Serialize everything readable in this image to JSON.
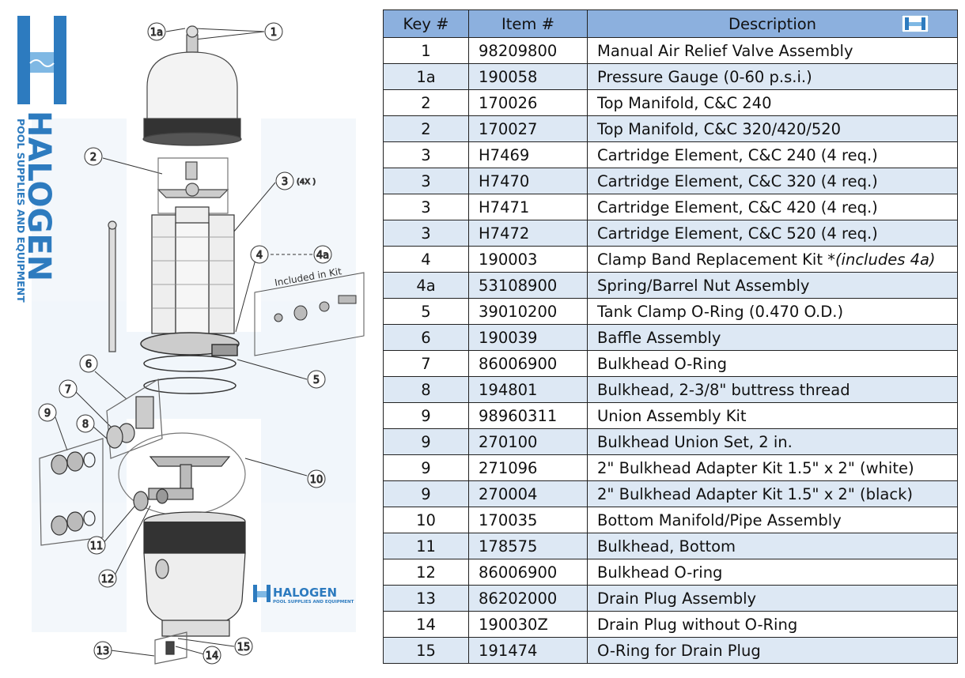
{
  "brand": {
    "name": "HALOGEN",
    "tagline": "POOL SUPPLIES AND EQUIPMENT",
    "color": "#2d7bbf"
  },
  "diagram": {
    "callouts": [
      "1a",
      "1",
      "2",
      "3",
      "4",
      "4a",
      "5",
      "6",
      "7",
      "8",
      "9",
      "10",
      "11",
      "12",
      "13",
      "14",
      "15"
    ],
    "qty_note": "(4X )",
    "kit_label": "Included in Kit"
  },
  "table": {
    "header_color": "#8cb0de",
    "stripe_color": "#dde8f4",
    "headers": {
      "key": "Key #",
      "item": "Item #",
      "description": "Description"
    },
    "rows": [
      {
        "key": "1",
        "item": "98209800",
        "description": "Manual Air Relief Valve Assembly"
      },
      {
        "key": "1a",
        "item": "190058",
        "description": "Pressure Gauge (0-60 p.s.i.)"
      },
      {
        "key": "2",
        "item": "170026",
        "description": "Top Manifold, C&C 240"
      },
      {
        "key": "2",
        "item": "170027",
        "description": "Top Manifold, C&C 320/420/520"
      },
      {
        "key": "3",
        "item": "H7469",
        "description": "Cartridge Element, C&C 240 (4 req.)"
      },
      {
        "key": "3",
        "item": "H7470",
        "description": "Cartridge Element, C&C 320 (4 req.)"
      },
      {
        "key": "3",
        "item": "H7471",
        "description": "Cartridge Element, C&C 420 (4 req.)"
      },
      {
        "key": "3",
        "item": "H7472",
        "description": "Cartridge Element, C&C 520 (4 req.)"
      },
      {
        "key": "4",
        "item": "190003",
        "description": "Clamp Band Replacement Kit *",
        "note": "(includes 4a)"
      },
      {
        "key": "4a",
        "item": "53108900",
        "description": "Spring/Barrel Nut Assembly"
      },
      {
        "key": "5",
        "item": "39010200",
        "description": "Tank Clamp O-Ring (0.470 O.D.)"
      },
      {
        "key": "6",
        "item": "190039",
        "description": "Baffle Assembly"
      },
      {
        "key": "7",
        "item": "86006900",
        "description": "Bulkhead O-Ring"
      },
      {
        "key": "8",
        "item": "194801",
        "description": "Bulkhead, 2-3/8\" buttress thread"
      },
      {
        "key": "9",
        "item": "98960311",
        "description": "Union Assembly Kit"
      },
      {
        "key": "9",
        "item": "270100",
        "description": "Bulkhead Union Set, 2 in."
      },
      {
        "key": "9",
        "item": "271096",
        "description": "2\" Bulkhead Adapter Kit 1.5\" x 2\" (white)"
      },
      {
        "key": "9",
        "item": "270004",
        "description": "2\" Bulkhead Adapter Kit 1.5\" x 2\" (black)"
      },
      {
        "key": "10",
        "item": "170035",
        "description": "Bottom Manifold/Pipe Assembly"
      },
      {
        "key": "11",
        "item": "178575",
        "description": "Bulkhead, Bottom"
      },
      {
        "key": "12",
        "item": "86006900",
        "description": "Bulkhead O-ring"
      },
      {
        "key": "13",
        "item": "86202000",
        "description": "Drain Plug Assembly"
      },
      {
        "key": "14",
        "item": "190030Z",
        "description": "Drain Plug without O-Ring"
      },
      {
        "key": "15",
        "item": "191474",
        "description": "O-Ring for Drain Plug"
      }
    ]
  }
}
